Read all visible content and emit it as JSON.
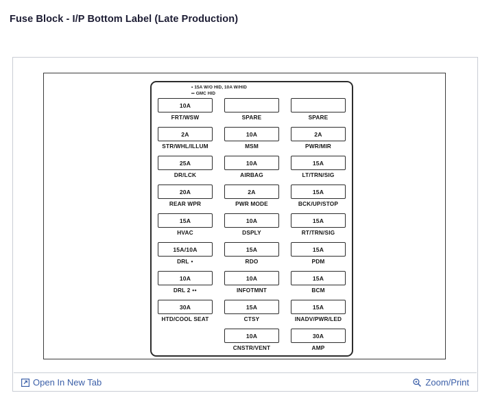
{
  "page": {
    "title": "Fuse Block - I/P Bottom Label (Late Production)"
  },
  "diagram": {
    "legend": [
      {
        "dots": "•",
        "text": "15A W/O HID, 10A W/HID"
      },
      {
        "dots": "••",
        "text": "GMC HID"
      }
    ],
    "columns": [
      {
        "name": "column-1",
        "cells": [
          {
            "amp": "10A",
            "label": "FRT/WSW",
            "mark": ""
          },
          {
            "amp": "2A",
            "label": "STR/WHL/ILLUM",
            "mark": ""
          },
          {
            "amp": "25A",
            "label": "DR/LCK",
            "mark": ""
          },
          {
            "amp": "20A",
            "label": "REAR WPR",
            "mark": ""
          },
          {
            "amp": "15A",
            "label": "HVAC",
            "mark": ""
          },
          {
            "amp": "15A/10A",
            "label": "DRL",
            "mark": "•"
          },
          {
            "amp": "10A",
            "label": "DRL 2",
            "mark": "••"
          },
          {
            "amp": "30A",
            "label": "HTD/COOL SEAT",
            "mark": ""
          },
          {
            "amp": "",
            "label": "",
            "mark": "",
            "empty": true
          }
        ]
      },
      {
        "name": "column-2",
        "cells": [
          {
            "amp": "",
            "label": "SPARE",
            "mark": ""
          },
          {
            "amp": "10A",
            "label": "MSM",
            "mark": ""
          },
          {
            "amp": "10A",
            "label": "AIRBAG",
            "mark": ""
          },
          {
            "amp": "2A",
            "label": "PWR MODE",
            "mark": ""
          },
          {
            "amp": "10A",
            "label": "DSPLY",
            "mark": ""
          },
          {
            "amp": "15A",
            "label": "RDO",
            "mark": ""
          },
          {
            "amp": "10A",
            "label": "INFOTMNT",
            "mark": ""
          },
          {
            "amp": "15A",
            "label": "CTSY",
            "mark": ""
          },
          {
            "amp": "10A",
            "label": "CNSTR/VENT",
            "mark": ""
          }
        ]
      },
      {
        "name": "column-3",
        "cells": [
          {
            "amp": "",
            "label": "SPARE",
            "mark": ""
          },
          {
            "amp": "2A",
            "label": "PWR/MIR",
            "mark": ""
          },
          {
            "amp": "15A",
            "label": "LT/TRN/SIG",
            "mark": ""
          },
          {
            "amp": "15A",
            "label": "BCK/UP/STOP",
            "mark": ""
          },
          {
            "amp": "15A",
            "label": "RT/TRN/SIG",
            "mark": ""
          },
          {
            "amp": "15A",
            "label": "PDM",
            "mark": ""
          },
          {
            "amp": "15A",
            "label": "BCM",
            "mark": ""
          },
          {
            "amp": "15A",
            "label": "INADV/PWR/LED",
            "mark": ""
          },
          {
            "amp": "30A",
            "label": "AMP",
            "mark": ""
          }
        ]
      }
    ]
  },
  "footer": {
    "open_new_tab": {
      "label": "Open In New Tab",
      "icon": "external-link-icon"
    },
    "zoom_print": {
      "label": "Zoom/Print",
      "icon": "magnifier-plus-icon"
    }
  },
  "colors": {
    "link": "#3b5fa8",
    "panel_border": "#c9cdd4",
    "frame_border": "#3a3a3a",
    "ink": "#151515"
  }
}
